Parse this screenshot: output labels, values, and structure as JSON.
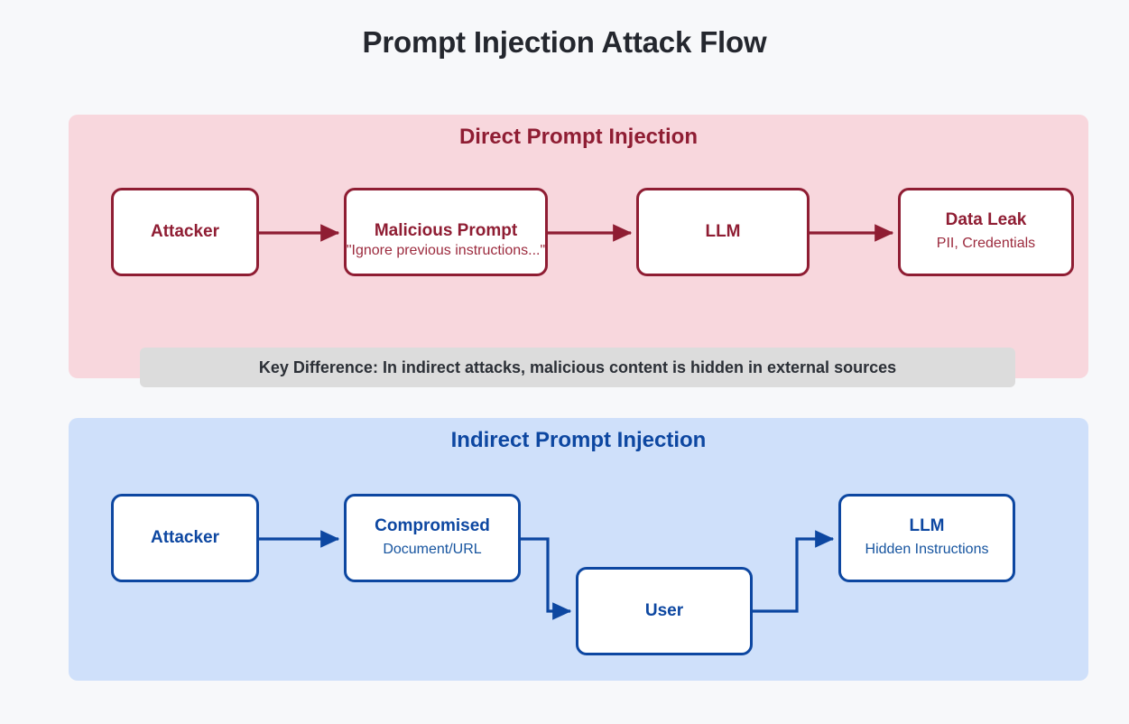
{
  "page": {
    "title": "Prompt Injection Attack Flow",
    "background_color": "#f7f8fa"
  },
  "colors": {
    "direct_panel_bg": "#f8d7dd",
    "direct_accent": "#8f1d33",
    "indirect_panel_bg": "#cfe0fa",
    "indirect_accent": "#0d47a1",
    "node_fill": "#ffffff",
    "banner_bg": "#dcdcdc",
    "banner_text": "#2b2f36"
  },
  "direct": {
    "section_title": "Direct Prompt Injection",
    "nodes": [
      {
        "id": "attacker",
        "title": "Attacker",
        "subtitle": ""
      },
      {
        "id": "malicious-prompt",
        "title": "Malicious Prompt",
        "subtitle": "\"Ignore previous instructions...\""
      },
      {
        "id": "llm",
        "title": "LLM",
        "subtitle": ""
      },
      {
        "id": "data-leak",
        "title": "Data Leak",
        "subtitle": "PII, Credentials"
      }
    ],
    "edges": [
      {
        "from": "attacker",
        "to": "malicious-prompt",
        "label": ""
      },
      {
        "from": "malicious-prompt",
        "to": "llm",
        "label": ""
      },
      {
        "from": "llm",
        "to": "data-leak",
        "label": ""
      }
    ]
  },
  "key_difference": {
    "text": "Key Difference: In indirect attacks, malicious content is hidden in external sources"
  },
  "indirect": {
    "section_title": "Indirect Prompt Injection",
    "nodes": [
      {
        "id": "attacker",
        "title": "Attacker",
        "subtitle": ""
      },
      {
        "id": "compromised",
        "title": "Compromised",
        "subtitle": "Document/URL"
      },
      {
        "id": "user",
        "title": "User",
        "subtitle": ""
      },
      {
        "id": "llm",
        "title": "LLM",
        "subtitle": "Hidden Instructions"
      }
    ],
    "edges": [
      {
        "from": "attacker",
        "to": "compromised",
        "label": ""
      },
      {
        "from": "compromised",
        "to": "user",
        "label": ""
      },
      {
        "from": "user",
        "to": "llm",
        "label": ""
      }
    ]
  }
}
